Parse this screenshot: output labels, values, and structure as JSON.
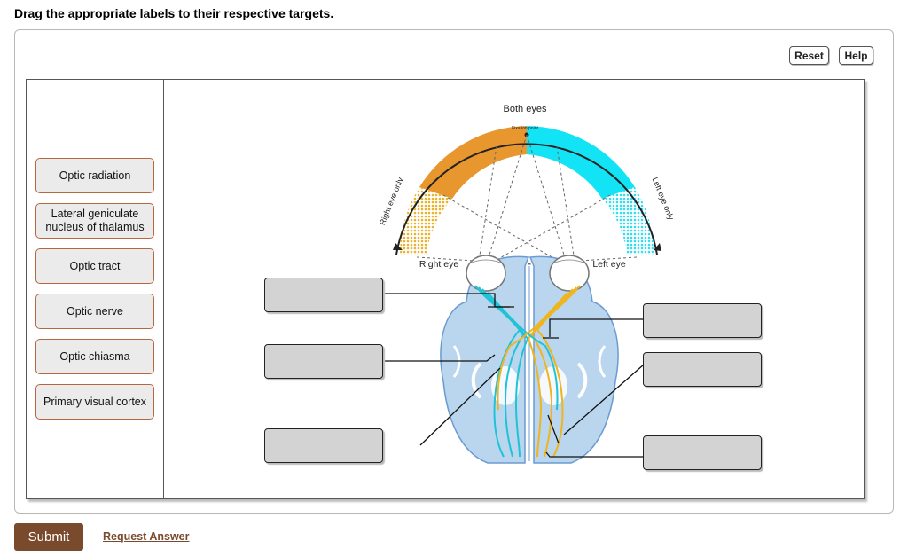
{
  "instructions": "Drag the appropriate labels to their respective targets.",
  "toolbar": {
    "reset_label": "Reset",
    "help_label": "Help"
  },
  "labels": [
    "Optic radiation",
    "Lateral geniculate nucleus of thalamus",
    "Optic tract",
    "Optic nerve",
    "Optic chiasma",
    "Primary visual cortex"
  ],
  "diagram": {
    "both_eyes": "Both eyes",
    "fixation_point": "Fixation point",
    "right_eye_only": "Right eye only",
    "left_eye_only": "Left eye only",
    "right_eye": "Right eye",
    "left_eye": "Left eye"
  },
  "colors": {
    "right_eye_field": "#e8962e",
    "left_eye_field": "#12e4f6",
    "brain": "#b9d6ee",
    "label_border": "#b5673f",
    "submit": "#7a4a2d"
  },
  "footer": {
    "submit_label": "Submit",
    "request_label": "Request Answer"
  }
}
